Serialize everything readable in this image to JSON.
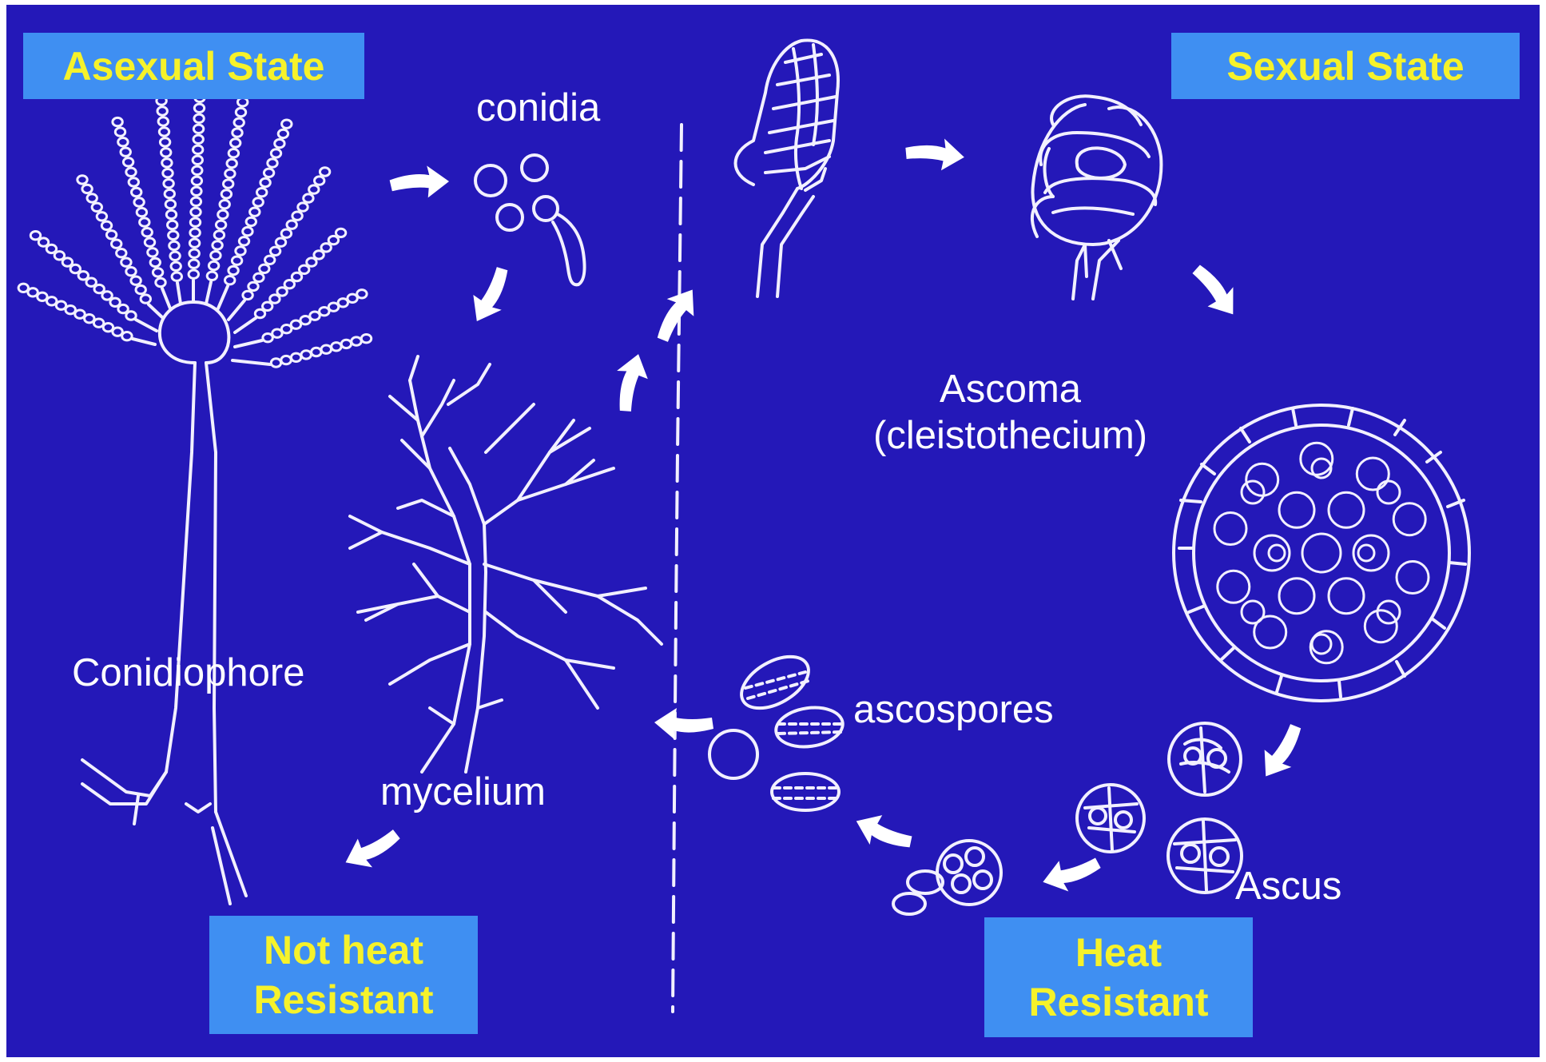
{
  "colors": {
    "background": "#2418b8",
    "line": "#f2f0ff",
    "box_fill": "#3f8ff2",
    "box_text": "#f6f22a",
    "label_text": "#ffffff"
  },
  "boxes": {
    "asexual_state": "Asexual State",
    "sexual_state": "Sexual State",
    "not_heat_line1": "Not heat",
    "not_heat_line2": "Resistant",
    "heat_line1": "Heat",
    "heat_line2": "Resistant"
  },
  "labels": {
    "conidia": "conidia",
    "conidiophore": "Conidiophore",
    "mycelium": "mycelium",
    "ascoma_line1": "Ascoma",
    "ascoma_line2": "(cleistothecium)",
    "ascospores": "ascospores",
    "ascus": "Ascus"
  }
}
